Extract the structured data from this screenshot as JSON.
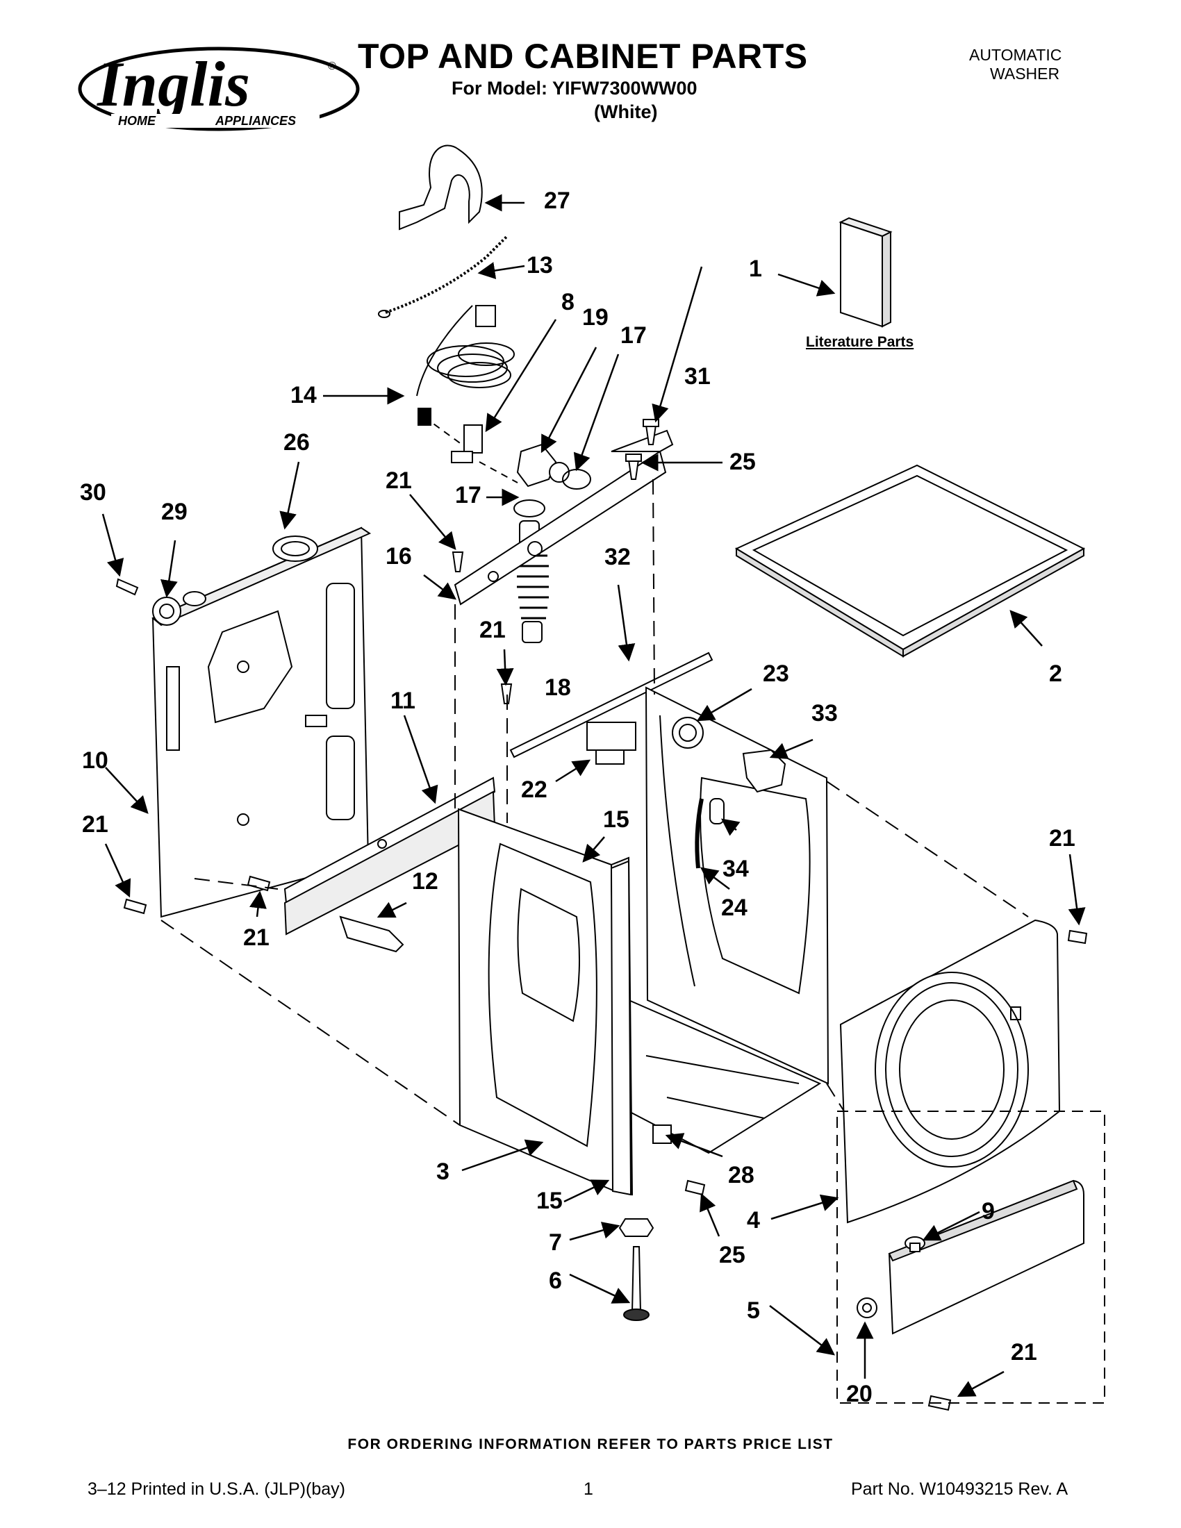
{
  "header": {
    "title": "TOP AND CABINET PARTS",
    "model_line": "For Model: YIFW7300WW00",
    "color_line": "(White)",
    "product_type_line1": "AUTOMATIC",
    "product_type_line2": "WASHER"
  },
  "brand": {
    "name": "Inglis",
    "tagline_left": "HOME",
    "tagline_right": "APPLIANCES",
    "registered": "®"
  },
  "diagram": {
    "literature_label": "Literature Parts",
    "callouts": [
      "1",
      "2",
      "3",
      "4",
      "5",
      "6",
      "7",
      "8",
      "9",
      "10",
      "11",
      "12",
      "13",
      "14",
      "15",
      "15",
      "16",
      "17",
      "17",
      "18",
      "19",
      "20",
      "21",
      "21",
      "21",
      "21",
      "21",
      "21",
      "22",
      "23",
      "24",
      "25",
      "25",
      "26",
      "27",
      "28",
      "29",
      "30",
      "31",
      "32",
      "33",
      "34"
    ],
    "c": {
      "n1": "1",
      "n2": "2",
      "n3": "3",
      "n4": "4",
      "n5": "5",
      "n6": "6",
      "n7": "7",
      "n8": "8",
      "n9": "9",
      "n10": "10",
      "n11": "11",
      "n12": "12",
      "n13": "13",
      "n14": "14",
      "n15": "15",
      "n16": "16",
      "n17": "17",
      "n18": "18",
      "n19": "19",
      "n20": "20",
      "n21": "21",
      "n22": "22",
      "n23": "23",
      "n24": "24",
      "n25": "25",
      "n26": "26",
      "n27": "27",
      "n28": "28",
      "n29": "29",
      "n30": "30",
      "n31": "31",
      "n32": "32",
      "n33": "33",
      "n34": "34"
    }
  },
  "footer": {
    "ordering_info": "FOR ORDERING INFORMATION REFER TO PARTS PRICE LIST",
    "printed": "3–12 Printed in U.S.A. (JLP)(bay)",
    "page_number": "1",
    "part_number": "Part No. W10493215 Rev. A"
  }
}
